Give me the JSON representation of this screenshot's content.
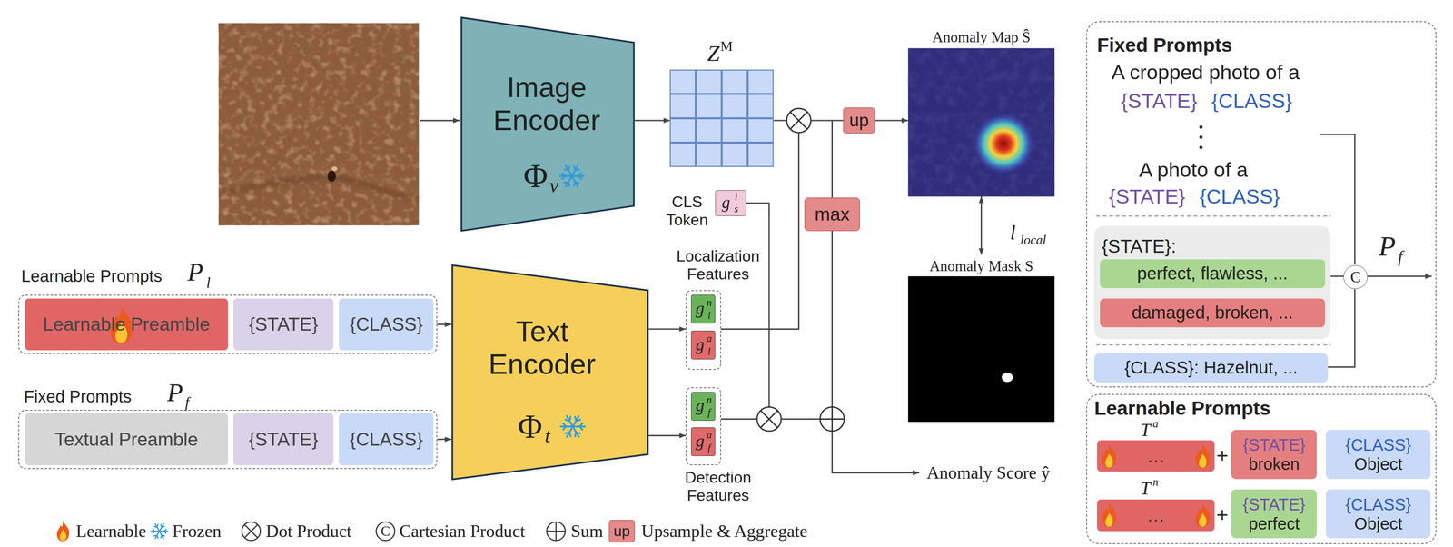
{
  "diagram": {
    "nodes": [
      {
        "text": [
          "Image Encoder",
          "Φ",
          "v"
        ]
      },
      {
        "text": [
          "Z",
          "M"
        ]
      },
      {
        "text": [
          "up"
        ]
      },
      {
        "text": [
          "max"
        ]
      },
      {
        "text": [
          "Anomaly Map Ŝ"
        ]
      },
      {
        "text": [
          "Anomaly Mask S"
        ]
      },
      {
        "text": [
          "CLS Token",
          "g",
          "s",
          "i"
        ]
      },
      {
        "text": [
          "Localization Features"
        ]
      },
      {
        "text": [
          "g",
          "l",
          "n"
        ],
        "in": 7
      },
      {
        "text": [
          "g",
          "l",
          "a"
        ],
        "in": 7
      },
      {
        "text": [
          "Detection Features"
        ]
      },
      {
        "text": [
          "g",
          "f",
          "n"
        ],
        "in": 10
      },
      {
        "text": [
          "g",
          "f",
          "a"
        ],
        "in": 10
      },
      {
        "text": [
          "Text Encoder",
          "Φ",
          "t"
        ]
      },
      {
        "text": [
          "Learnable Prompts",
          "P",
          "l"
        ]
      },
      {
        "text": [
          "Learnable Preamble"
        ],
        "in": 14
      },
      {
        "text": [
          "{STATE}"
        ],
        "in": 14
      },
      {
        "text": [
          "{CLASS}"
        ],
        "in": 14
      },
      {
        "text": [
          "Fixed Prompts",
          "P",
          "f"
        ]
      },
      {
        "text": [
          "Textual Preamble"
        ],
        "in": 18
      },
      {
        "text": [
          "{STATE}"
        ],
        "in": 18
      },
      {
        "text": [
          "{CLASS}"
        ],
        "in": 18
      },
      {
        "text": [
          "Fixed Prompts",
          "A cropped photo of a",
          "{STATE}",
          "{CLASS}",
          "A photo of a",
          "{STATE}",
          "{CLASS}"
        ]
      },
      {
        "text": [
          "{STATE}:"
        ],
        "in": 22
      },
      {
        "text": [
          "perfect, flawless, ..."
        ],
        "in": 23
      },
      {
        "text": [
          "damaged, broken, ..."
        ],
        "in": 23
      },
      {
        "text": [
          "{CLASS}: Hazelnut, ..."
        ],
        "in": 22
      },
      {
        "text": [
          "C"
        ],
        "in": 22
      },
      {
        "text": [
          "Learnable Prompts"
        ]
      },
      {
        "text": [
          "…"
        ],
        "in": 28
      },
      {
        "text": [
          "{STATE}",
          "broken"
        ],
        "in": 28
      },
      {
        "text": [
          "{CLASS}",
          "Object"
        ],
        "in": 28
      },
      {
        "text": [
          "…"
        ],
        "in": 28
      },
      {
        "text": [
          "{STATE}",
          "perfect"
        ],
        "in": 28
      },
      {
        "text": [
          "{CLASS}",
          "Object"
        ],
        "in": 28
      }
    ],
    "edges": [
      {
        "from": 0,
        "to": 1,
        "arrow": "to"
      },
      {
        "from": 1,
        "to": 2,
        "arrow": "none"
      },
      {
        "from": 2,
        "to": 4,
        "arrow": "to"
      },
      {
        "from": 4,
        "to": 5,
        "arrow": "both"
      },
      {
        "from": 14,
        "to": 13,
        "arrow": "to"
      },
      {
        "from": 18,
        "to": 13,
        "arrow": "to"
      },
      {
        "from": 13,
        "to": 7,
        "arrow": "to"
      },
      {
        "from": 13,
        "to": 10,
        "arrow": "to"
      },
      {
        "from": 23,
        "to": 27,
        "arrow": "none"
      },
      {
        "from": 26,
        "to": 27,
        "arrow": "none"
      }
    ],
    "labels": [
      "l",
      "local",
      "Anomaly Score ŷ",
      "P",
      "f",
      "T",
      "a",
      "+",
      "T",
      "n",
      "+",
      "up",
      "C"
    ],
    "legend": [
      {
        "text": "Learnable"
      },
      {
        "text": "Frozen"
      },
      {
        "text": "Dot Product"
      },
      {
        "text": "Cartesian Product"
      },
      {
        "text": "Sum"
      },
      {
        "text": "Upsample & Aggregate",
        "color": "#e48a8a"
      }
    ]
  }
}
